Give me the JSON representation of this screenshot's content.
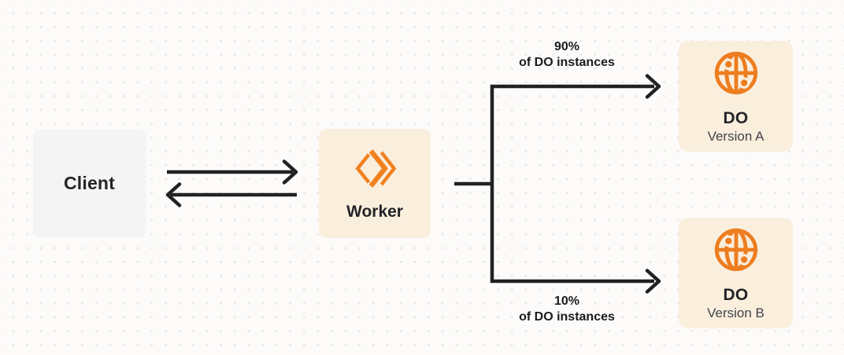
{
  "colors": {
    "canvas_bg": "#FCFBFA",
    "dot_color": "#E7E6E4",
    "accent_orange": "#F0811F",
    "icon_orange": "#ED7D1F",
    "box_cream": "#FAEEDD",
    "box_gray": "#F4F4F5",
    "line_dark": "#202122",
    "text_dark": "#232428",
    "text_secondary": "#42444A"
  },
  "nodes": {
    "client": {
      "label": "Client"
    },
    "worker": {
      "label": "Worker",
      "icon": "workers-logo-icon"
    },
    "do_a": {
      "title": "DO",
      "subtitle": "Version A",
      "icon": "globe-icon"
    },
    "do_b": {
      "title": "DO",
      "subtitle": "Version B",
      "icon": "globe-icon"
    }
  },
  "edges": {
    "client_worker": {
      "type": "bidirectional-arrows"
    },
    "fork_top": {
      "percent": "90%",
      "caption": "of DO instances"
    },
    "fork_bottom": {
      "percent": "10%",
      "caption": "of DO instances"
    }
  }
}
